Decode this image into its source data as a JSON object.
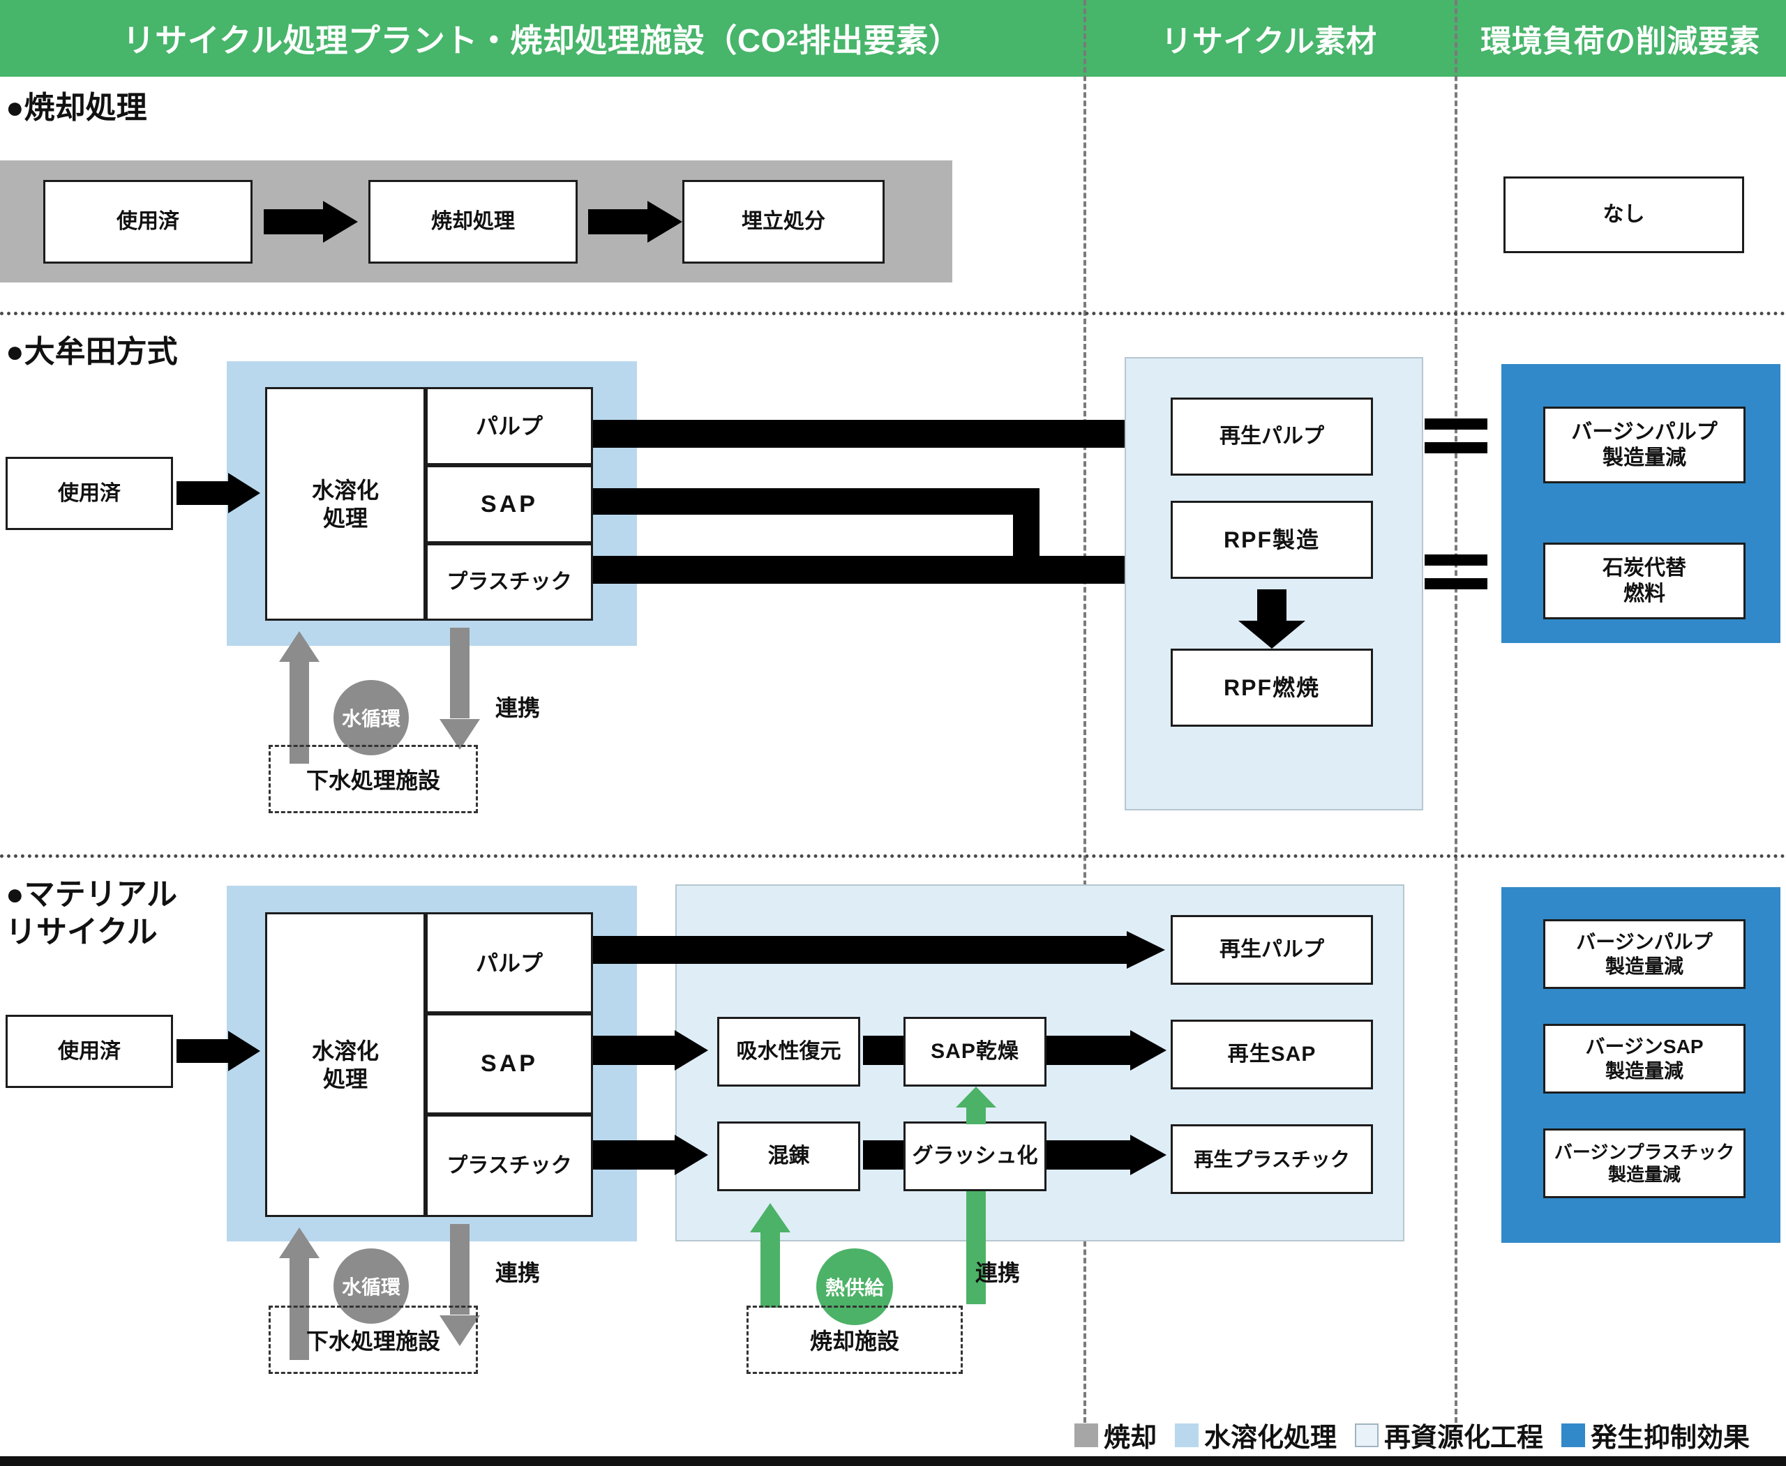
{
  "header": {
    "col1": "リサイクル処理プラント・焼却処理施設（CO2排出要素）",
    "col1_pre": "リサイクル処理プラント・焼却処理施設（CO",
    "col1_sub": "2",
    "col1_post": "排出要素）",
    "col2": "リサイクル素材",
    "col3": "環境負荷の削減要素",
    "bg_color": "#47b56a"
  },
  "sections": [
    {
      "title": "●焼却処理",
      "boxes": {
        "used": "使用済",
        "incineration": "焼却処理",
        "landfill": "埋立処分"
      },
      "reduction": "なし"
    },
    {
      "title": "●大牟田方式",
      "boxes": {
        "used": "使用済",
        "dissolve": "水溶化\n処理",
        "out1": "パルプ",
        "out2": "SAP",
        "out3": "プラスチック"
      },
      "materials": {
        "m1": "再生パルプ",
        "m2": "RPF製造",
        "m3": "RPF燃焼"
      },
      "reduction": {
        "r1": "バージンパルプ\n製造量減",
        "r2": "石炭代替\n燃料"
      },
      "water": {
        "circle": "水循環",
        "facility": "下水処理施設",
        "link": "連携"
      }
    },
    {
      "title": "●マテリアル\nリサイクル",
      "boxes": {
        "used": "使用済",
        "dissolve": "水溶化\n処理",
        "out1": "パルプ",
        "out2": "SAP",
        "out3": "プラスチック"
      },
      "process": {
        "p1": "吸水性復元",
        "p2": "SAP乾燥",
        "p3": "混錬",
        "p4": "グラッシュ化"
      },
      "materials": {
        "m1": "再生パルプ",
        "m2": "再生SAP",
        "m3": "再生プラスチック"
      },
      "reduction": {
        "r1": "バージンパルプ\n製造量減",
        "r2": "バージンSAP\n製造量減",
        "r3": "バージンプラスチック\n製造量減"
      },
      "water": {
        "circle": "水循環",
        "facility": "下水処理施設",
        "link": "連携"
      },
      "heat": {
        "circle": "熱供給",
        "facility": "焼却施設",
        "link": "連携"
      }
    }
  ],
  "legend": [
    {
      "label": "焼却",
      "color": "#a6a6a6"
    },
    {
      "label": "水溶化処理",
      "color": "#b9d8ee"
    },
    {
      "label": "再資源化工程",
      "color": "#e9f2f8"
    },
    {
      "label": "発生抑制効果",
      "color": "#3189c9"
    }
  ]
}
